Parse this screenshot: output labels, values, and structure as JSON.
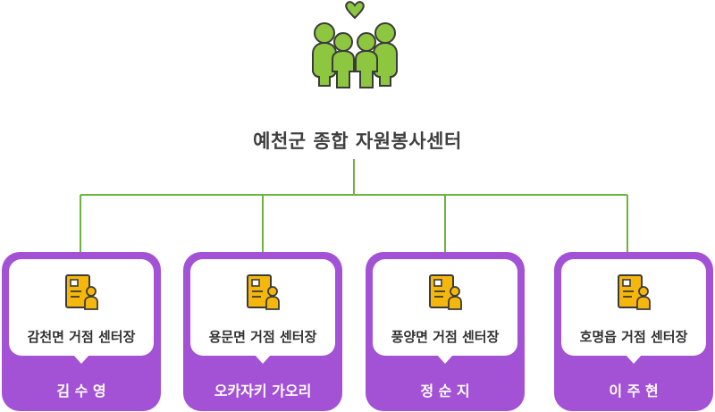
{
  "org": {
    "title": "예천군 종합 자원봉사센터"
  },
  "colors": {
    "line": "#6db33f",
    "card": "#a352d6",
    "icon": "#f6b70c",
    "logo": "#8dc63f"
  },
  "icons": {
    "logo": "family-heart-icon",
    "card": "id-card-icon"
  },
  "centers": [
    {
      "role": "감천면 거점 센터장",
      "name": "김 수 영"
    },
    {
      "role": "용문면 거점 센터장",
      "name": "오카자키 가오리"
    },
    {
      "role": "풍양면 거점 센터장",
      "name": "정 순 지"
    },
    {
      "role": "호명읍 거점 센터장",
      "name": "이 주 현"
    }
  ]
}
